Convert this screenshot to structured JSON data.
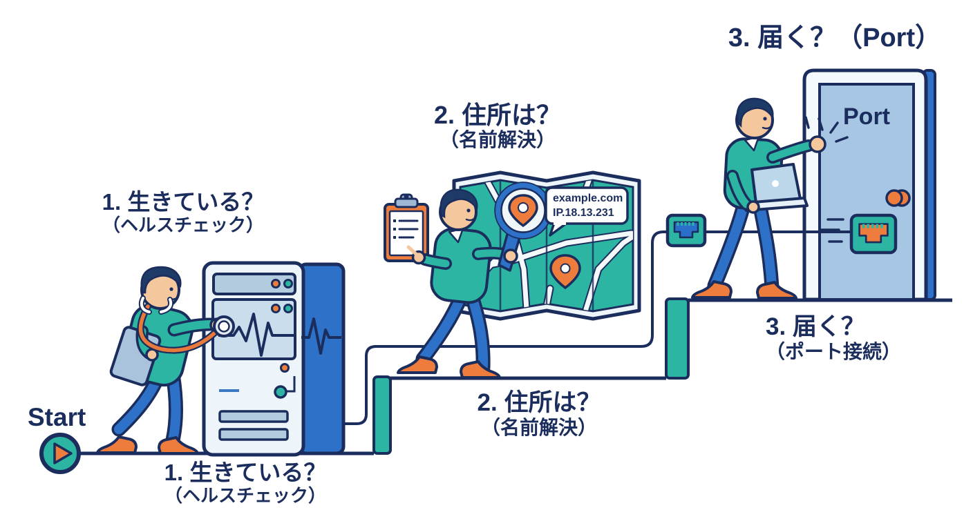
{
  "headings": {
    "step1": {
      "title": "1. 生きている？",
      "subtitle": "（ヘルスチェック）"
    },
    "step2": {
      "title": "2. 住所は？",
      "subtitle": "（名前解決）"
    },
    "step3": {
      "title": "3. 届く？（Port）"
    }
  },
  "step_labels": {
    "step1": {
      "title": "1. 生きている？",
      "subtitle": "（ヘルスチェック）"
    },
    "step2": {
      "title": "2. 住所は？",
      "subtitle": "（名前解決）"
    },
    "step3": {
      "title": "3. 届く？",
      "subtitle": "（ポート接続）"
    }
  },
  "start": {
    "label": "Start"
  },
  "door": {
    "label": "Port"
  },
  "map_bubble": {
    "domain": "example.com",
    "ip": "IP.18.13.231"
  },
  "colors": {
    "navy": "#1b2d5c",
    "teal": "#2cb5a2",
    "blue": "#2d72c8",
    "orange": "#ee7c3c",
    "door_panel": "#a7c6e4",
    "server_body": "#edf5fb",
    "skin": "#f5c79c"
  }
}
